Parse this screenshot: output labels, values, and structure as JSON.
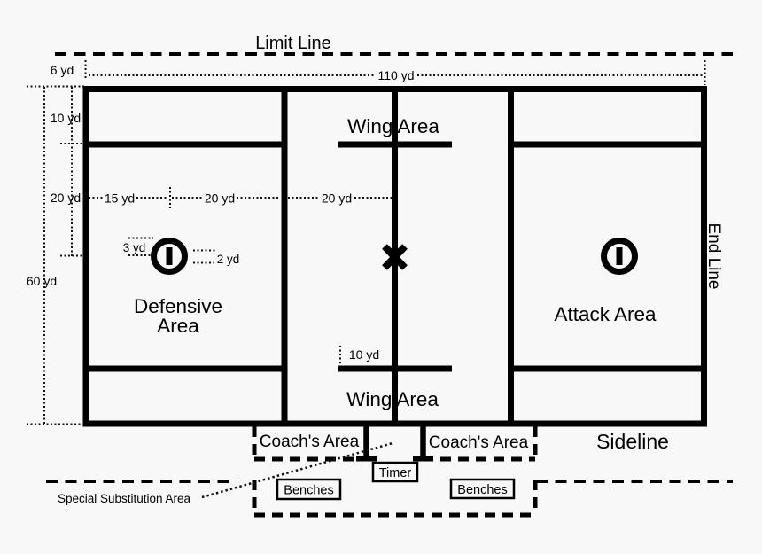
{
  "colors": {
    "background": "#F8F8F8",
    "field_green": "#33EE33",
    "line": "#000000"
  },
  "top": {
    "limit_line": "Limit Line",
    "offset_6yd": "6 yd",
    "length_110yd": "110 yd"
  },
  "left_scale": {
    "depth_10yd": "10 yd",
    "depth_20yd": "20 yd",
    "width_60yd": "60 yd"
  },
  "field": {
    "wing_area_top": "Wing Area",
    "wing_area_bottom": "Wing Area",
    "defensive_area_line1": "Defensive",
    "defensive_area_line2": "Area",
    "attack_area": "Attack Area",
    "goal_line_15yd": "15 yd",
    "restraining_20yd": "20 yd",
    "center_20yd": "20 yd",
    "crease_3yd": "3 yd",
    "crease_2yd": "2 yd",
    "wing_10yd": "10 yd"
  },
  "right": {
    "end_line": "End Line"
  },
  "bottom": {
    "sideline": "Sideline",
    "coachs_area_left": "Coach's Area",
    "coachs_area_right": "Coach's Area",
    "timer": "Timer",
    "benches_left": "Benches",
    "benches_right": "Benches",
    "special_substitution_area": "Special Substitution Area"
  }
}
